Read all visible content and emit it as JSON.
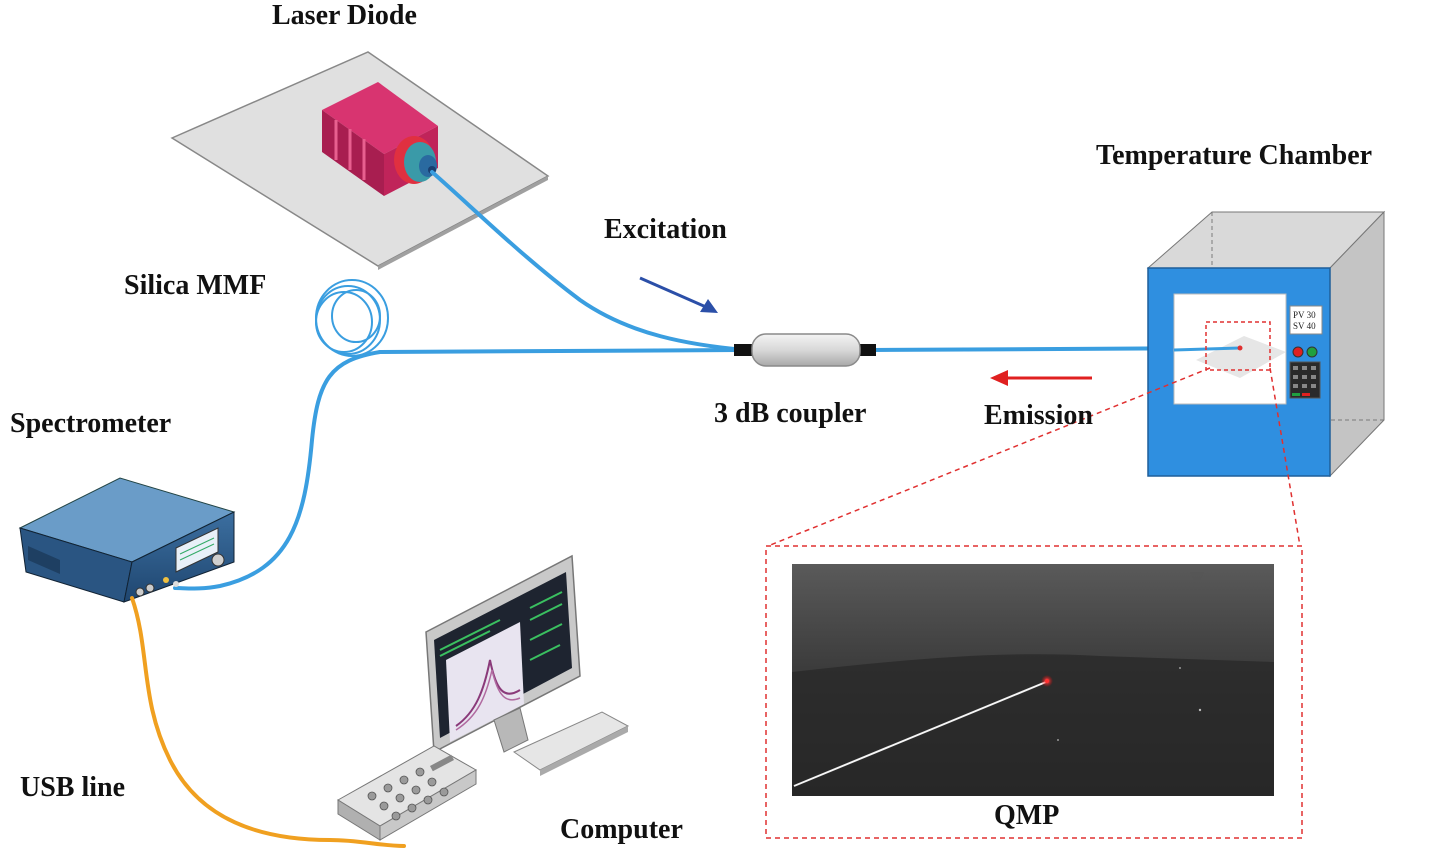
{
  "labels": {
    "laser_diode": "Laser Diode",
    "excitation": "Excitation",
    "silica_mmf": "Silica MMF",
    "temperature_chamber": "Temperature Chamber",
    "spectrometer": "Spectrometer",
    "coupler": "3 dB coupler",
    "emission": "Emission",
    "usb_line": "USB line",
    "computer": "Computer",
    "qmp": "QMP"
  },
  "chamber_panel": {
    "pv": "PV 30",
    "sv": "SV 40"
  },
  "colors": {
    "fiber": "#3a9ee0",
    "usb_cable": "#f0a020",
    "chamber_front": "#2f8fe0",
    "chamber_side": "#c9c9c9",
    "laser_body": "#c0245a",
    "excitation_arrow": "#2b4fa8",
    "emission_arrow": "#e02020",
    "zoom_frame": "#e03030"
  }
}
